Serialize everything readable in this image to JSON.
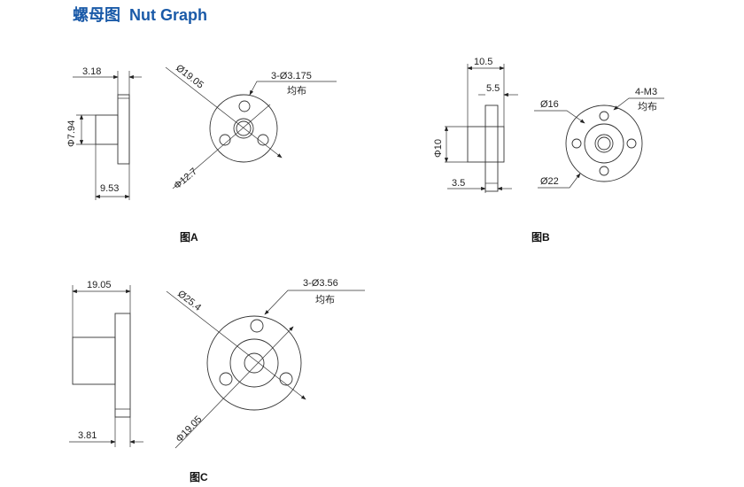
{
  "title": {
    "cn": "螺母图",
    "en": "Nut Graph",
    "color": "#1a5aa8"
  },
  "figures": {
    "a": {
      "caption": "图A",
      "dims": {
        "flange_thickness": "3.18",
        "hub_diameter": "Φ7.94",
        "length": "9.53",
        "outer_diameter": "Ø19.05",
        "bolt_circle": "Φ12.7",
        "holes": "3-Ø3.175",
        "even": "均布"
      }
    },
    "b": {
      "caption": "图B",
      "dims": {
        "length": "10.5",
        "hub_length": "5.5",
        "hub_diameter": "Φ10",
        "flange_thickness": "3.5",
        "bolt_circle": "Ø16",
        "outer_diameter": "Ø22",
        "holes": "4-M3",
        "even": "均布"
      }
    },
    "c": {
      "caption": "图C",
      "dims": {
        "length": "19.05",
        "flange_thickness": "3.81",
        "outer_diameter": "Ø25.4",
        "bolt_circle": "Φ19.05",
        "holes": "3-Ø3.56",
        "even": "均布"
      }
    }
  }
}
